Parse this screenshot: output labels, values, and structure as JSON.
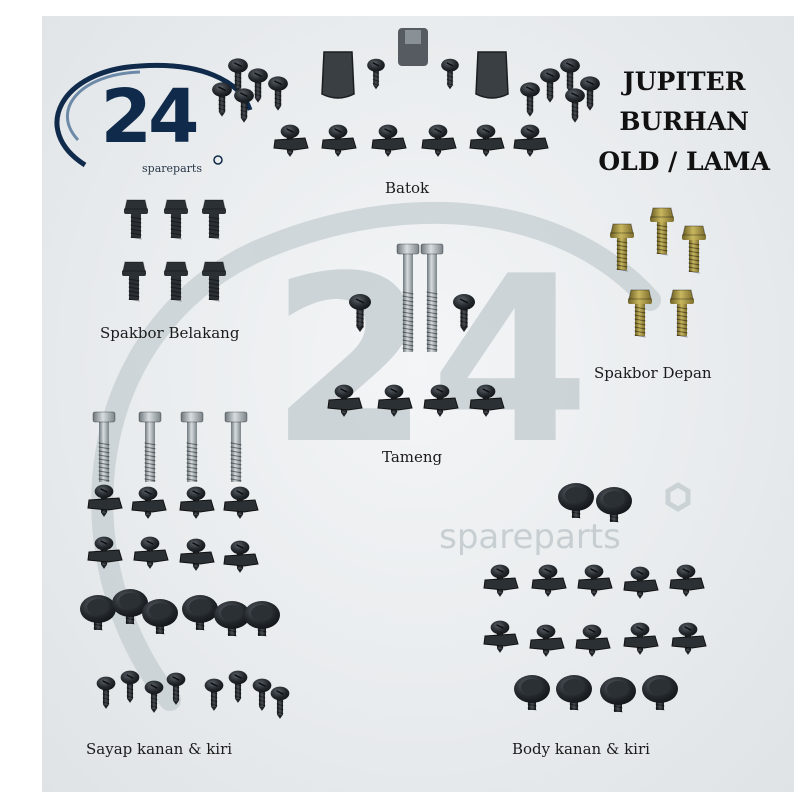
{
  "title": {
    "line1": "JUPITER",
    "line2": "BURHAN",
    "line3": "OLD / LAMA"
  },
  "logo": {
    "number": "24",
    "tagline": "spareparts"
  },
  "watermark": {
    "number": "24",
    "tagline": "spareparts"
  },
  "labels": {
    "batok": "Batok",
    "spakbor_belakang": "Spakbor Belakang",
    "spakbor_depan": "Spakbor Depan",
    "tameng": "Tameng",
    "sayap": "Sayap kanan & kiri",
    "body": "Body kanan & kiri"
  },
  "colors": {
    "background": "#e9ecee",
    "bolt_black": "#1f2327",
    "bolt_zinc": "#9aa3a8",
    "bolt_gold": "#9b8a3c",
    "logo_navy": "#0f2a4a",
    "watermark": "#a9b5bb"
  }
}
